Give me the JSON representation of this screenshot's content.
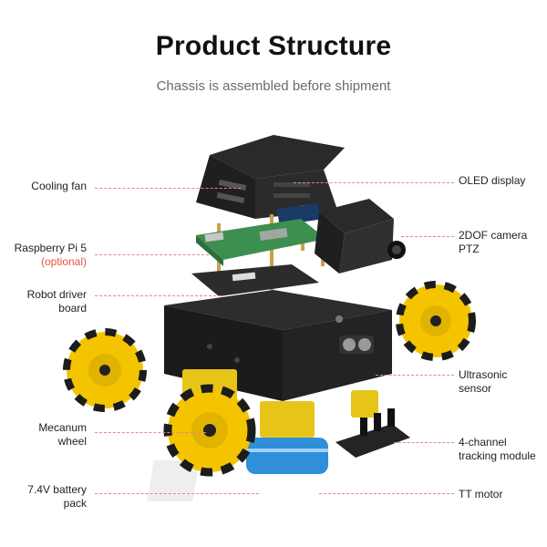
{
  "header": {
    "title": "Product Structure",
    "subtitle": "Chassis is assembled before shipment"
  },
  "left_labels": {
    "cooling_fan": "Cooling fan",
    "raspberry_pi": "Raspberry Pi 5",
    "raspberry_pi_note": "(optional)",
    "driver_board": "Robot driver\nboard",
    "mecanum_wheel": "Mecanum\nwheel",
    "battery_pack": "7.4V battery\npack"
  },
  "right_labels": {
    "oled_display": "OLED display",
    "camera_ptz": "2DOF camera\nPTZ",
    "ultrasonic": "Ultrasonic\nsensor",
    "tracking": "4-channel\ntracking module",
    "tt_motor": "TT motor"
  },
  "colors": {
    "leader_line": "#e08a8a",
    "optional_note": "#e4573c",
    "wheel_yellow": "#f4c400",
    "chassis_black": "#1c1c1c",
    "pcb_green": "#3d8f4f",
    "battery_blue": "#2f8fd8"
  }
}
